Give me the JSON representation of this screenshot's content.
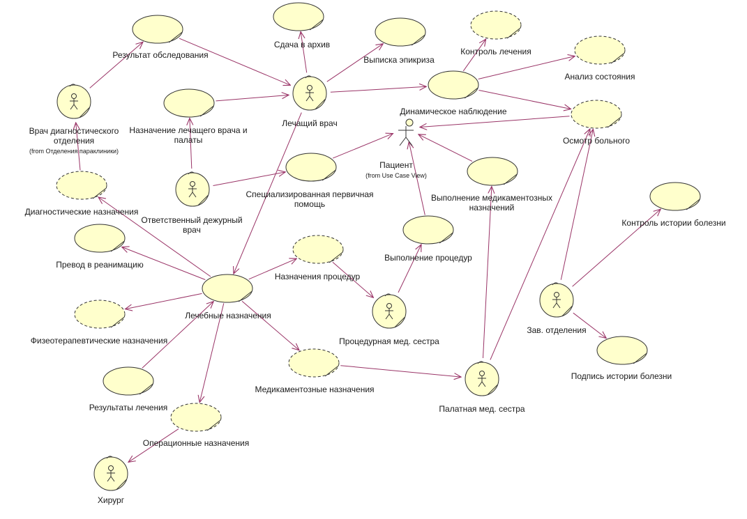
{
  "colors": {
    "node_fill": "#ffffcc",
    "node_stroke": "#333333",
    "edge": "#993366",
    "text": "#1a1a1a"
  },
  "nodes": {
    "result_exam": {
      "label": "Результат обследования",
      "kind": "usecase"
    },
    "archive": {
      "label": "Сдача в архив",
      "kind": "usecase"
    },
    "discharge": {
      "label": "Выписка эпикриза",
      "kind": "usecase"
    },
    "control": {
      "label": "Контроль лечения",
      "kind": "usecase",
      "dashed": true
    },
    "analysis": {
      "label": "Анализ состояния",
      "kind": "usecase",
      "dashed": true
    },
    "dynamic": {
      "label": "Динамическое наблюдение",
      "kind": "usecase"
    },
    "exam": {
      "label": "Осмотр больного",
      "kind": "usecase",
      "dashed": true
    },
    "diag_doctor": {
      "label": "Врач диагностического\nотделения",
      "sub": "(from Отделения параклиники)",
      "kind": "actor"
    },
    "assign_doctor": {
      "label": "Назначение лечащего врача и\nпалаты",
      "kind": "usecase"
    },
    "attending": {
      "label": "Лечащий врач",
      "kind": "actor"
    },
    "patient": {
      "label": "Пациент",
      "sub": "(from Use Case View)",
      "kind": "plainactor"
    },
    "diag_assign": {
      "label": "Диагностические назначения",
      "kind": "usecase",
      "dashed": true
    },
    "duty_doctor": {
      "label": "Ответственный дежурный\nврач",
      "kind": "actor"
    },
    "specialized": {
      "label": "Специализированная первичная\nпомощь",
      "kind": "usecase"
    },
    "med_exec": {
      "label": "Выполнение медикаментозных\nназначений",
      "kind": "usecase"
    },
    "history_ctrl": {
      "label": "Контроль истории болезни",
      "kind": "usecase"
    },
    "icu": {
      "label": "Превод в реанимацию",
      "kind": "usecase"
    },
    "proc_assign": {
      "label": "Назначения процедур",
      "kind": "usecase",
      "dashed": true
    },
    "proc_exec": {
      "label": "Выполнение процедур",
      "kind": "usecase"
    },
    "treatment": {
      "label": "Лечебные назначения",
      "kind": "usecase"
    },
    "physio": {
      "label": "Физеотерапевтические назначения",
      "kind": "usecase",
      "dashed": true
    },
    "proc_nurse": {
      "label": "Процедурная мед. сестра",
      "kind": "actor"
    },
    "head": {
      "label": "Зав. отделения",
      "kind": "actor"
    },
    "med_assign": {
      "label": "Медикаментозные назначения",
      "kind": "usecase",
      "dashed": true
    },
    "history_sign": {
      "label": "Подпись истории болезни",
      "kind": "usecase"
    },
    "results": {
      "label": "Результаты лечения",
      "kind": "usecase"
    },
    "ward_nurse": {
      "label": "Палатная мед. сестра",
      "kind": "actor"
    },
    "op_assign": {
      "label": "Операционные назначения",
      "kind": "usecase",
      "dashed": true
    },
    "surgeon": {
      "label": "Хирург",
      "kind": "actor"
    }
  },
  "edges": [
    [
      "diag_doctor",
      "result_exam"
    ],
    [
      "result_exam",
      "attending"
    ],
    [
      "attending",
      "archive"
    ],
    [
      "attending",
      "discharge"
    ],
    [
      "attending",
      "dynamic"
    ],
    [
      "dynamic",
      "control"
    ],
    [
      "dynamic",
      "analysis"
    ],
    [
      "dynamic",
      "exam"
    ],
    [
      "exam",
      "patient"
    ],
    [
      "assign_doctor",
      "attending"
    ],
    [
      "diag_assign",
      "diag_doctor"
    ],
    [
      "duty_doctor",
      "assign_doctor"
    ],
    [
      "duty_doctor",
      "specialized"
    ],
    [
      "specialized",
      "patient"
    ],
    [
      "med_exec",
      "patient"
    ],
    [
      "proc_exec",
      "patient"
    ],
    [
      "attending",
      "treatment"
    ],
    [
      "treatment",
      "diag_assign"
    ],
    [
      "treatment",
      "icu"
    ],
    [
      "treatment",
      "proc_assign"
    ],
    [
      "treatment",
      "physio"
    ],
    [
      "treatment",
      "med_assign"
    ],
    [
      "treatment",
      "op_assign"
    ],
    [
      "results",
      "treatment"
    ],
    [
      "proc_assign",
      "proc_nurse"
    ],
    [
      "proc_nurse",
      "proc_exec"
    ],
    [
      "med_assign",
      "ward_nurse"
    ],
    [
      "ward_nurse",
      "med_exec"
    ],
    [
      "ward_nurse",
      "exam"
    ],
    [
      "head",
      "exam"
    ],
    [
      "head",
      "history_ctrl"
    ],
    [
      "head",
      "history_sign"
    ],
    [
      "op_assign",
      "surgeon"
    ]
  ]
}
